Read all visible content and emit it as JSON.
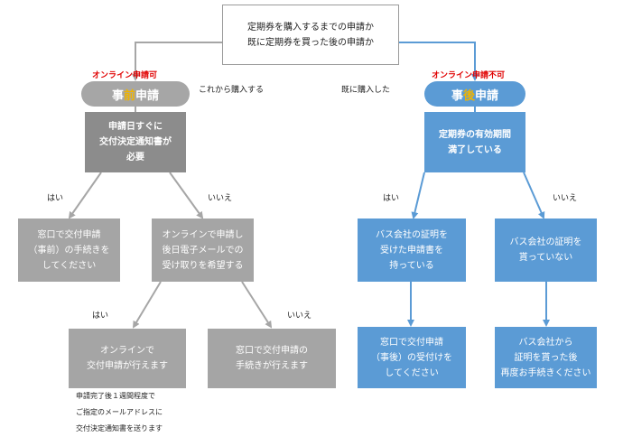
{
  "top_question": "定期券を購入するまでの申請か\n既に定期券を買った後の申請か",
  "left": {
    "availability": "オンライン申請可",
    "branch_label": "これから購入する",
    "pill_pre": "事",
    "pill_accent": "前",
    "pill_post": "申請",
    "question": "申請日すぐに\n交付決定通知書が\n必要",
    "yes_label": "はい",
    "no_label": "いいえ",
    "yes_result": "窓口で交付申請\n（事前）の手続きを\nしてください",
    "question2": "オンラインで申請し\n後日電子メールでの\n受け取りを希望する",
    "yes2_label": "はい",
    "no2_label": "いいえ",
    "online_result": "オンラインで\n交付申請が行えます",
    "window_result": "窓口で交付申請の\n手続きが行えます",
    "note": "申請完了後１週間程度で\nご指定のメールアドレスに\n交付決定通知書を送ります"
  },
  "right": {
    "availability": "オンライン申請不可",
    "branch_label": "既に購入した",
    "pill_pre": "事",
    "pill_accent": "後",
    "pill_post": "申請",
    "question": "定期券の有効期間\n満了している",
    "yes_label": "はい",
    "no_label": "いいえ",
    "yes_box": "バス会社の証明を\n受けた申請書を\n持っている",
    "no_box": "バス会社の証明を\n貰っていない",
    "yes_result": "窓口で交付申請\n（事後）の受付けを\nしてください",
    "no_result": "バス会社から\n証明を貰った後\n再度お手続きください"
  },
  "colors": {
    "gray_arrow": "#a6a6a6",
    "blue_arrow": "#5b9bd5",
    "red_text": "#e00000",
    "accent": "#f0b400"
  }
}
